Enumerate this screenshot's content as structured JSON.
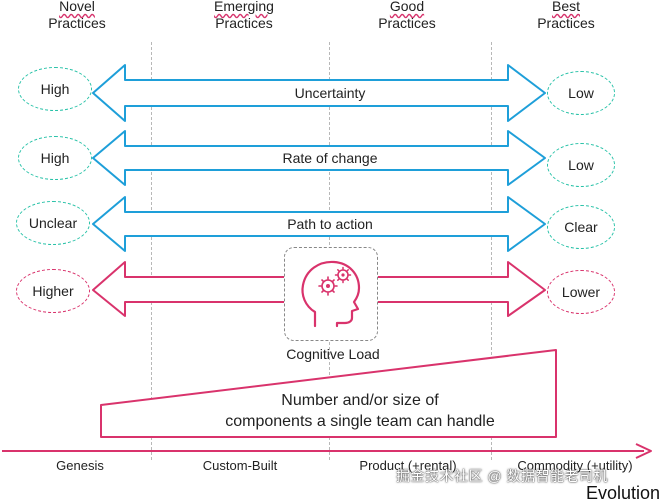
{
  "headers": {
    "novel": [
      "Novel",
      "Practices"
    ],
    "emerging": [
      "Emerging",
      "Practices"
    ],
    "good": [
      "Good",
      "Practices"
    ],
    "best": [
      "Best",
      "Practices"
    ]
  },
  "rows": [
    {
      "left": "High",
      "label": "Uncertainty",
      "right": "Low",
      "color": "#1e9fd9"
    },
    {
      "left": "High",
      "label": "Rate of change",
      "right": "Low",
      "color": "#1e9fd9"
    },
    {
      "left": "Unclear",
      "label": "Path to action",
      "right": "Clear",
      "color": "#1e9fd9"
    },
    {
      "left": "Higher",
      "label": "",
      "right": "Lower",
      "color": "#d9336c"
    }
  ],
  "cognitive_load": {
    "label": "Cognitive Load"
  },
  "team_capacity": {
    "line1": "Number and/or size of",
    "line2": "components a single team can handle"
  },
  "stages": [
    "Genesis",
    "Custom-Built",
    "Product (+rental)",
    "Commodity (+utility)"
  ],
  "axis": {
    "label": "Evolution",
    "color": "#d9336c"
  },
  "watermark": "掘金技术社区 @ 数据智能老司机",
  "colors": {
    "blue": "#1e9fd9",
    "pink": "#d9336c",
    "teal": "#29c2a8",
    "grey": "#b8b8b8"
  },
  "icons": {
    "cognitive": "head-with-gears-icon"
  }
}
